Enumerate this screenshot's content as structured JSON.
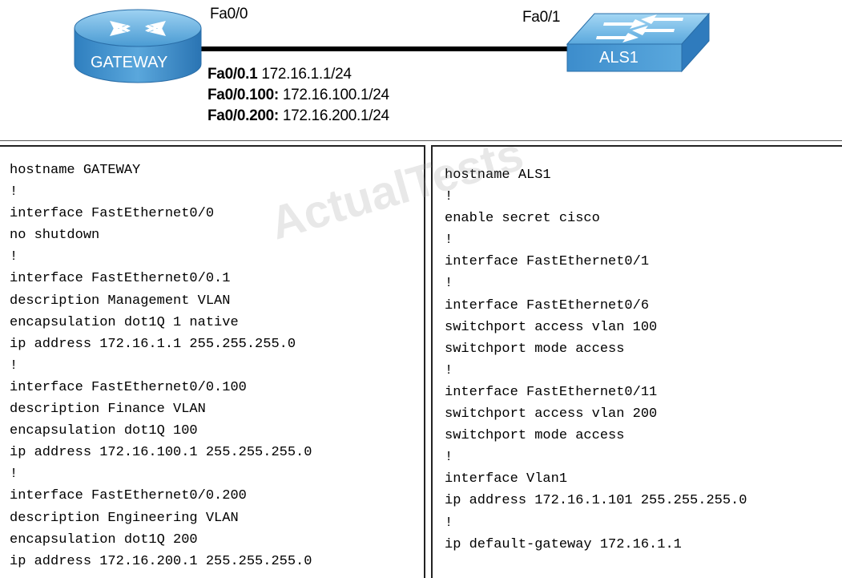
{
  "topology": {
    "router": {
      "name": "GATEWAY",
      "port": "Fa0/0"
    },
    "switch": {
      "name": "ALS1",
      "port": "Fa0/1"
    },
    "subinterfaces": [
      {
        "name": "Fa0/0.1",
        "address": " 172.16.1.1/24"
      },
      {
        "name": "Fa0/0.100:",
        "address": " 172.16.100.1/24"
      },
      {
        "name": "Fa0/0.200:",
        "address": " 172.16.200.1/24"
      }
    ]
  },
  "watermark": "ActualTests",
  "gateway_config": [
    "hostname GATEWAY",
    "!",
    "interface FastEthernet0/0",
    "no shutdown",
    "!",
    "interface FastEthernet0/0.1",
    "description Management VLAN",
    "encapsulation dot1Q 1 native",
    "ip address 172.16.1.1 255.255.255.0",
    "!",
    "interface FastEthernet0/0.100",
    "description Finance VLAN",
    "encapsulation dot1Q 100",
    "ip address 172.16.100.1 255.255.255.0",
    "!",
    "interface FastEthernet0/0.200",
    "description Engineering VLAN",
    "encapsulation dot1Q 200",
    "ip address 172.16.200.1 255.255.255.0"
  ],
  "als1_config": [
    "hostname ALS1",
    "!",
    "enable secret cisco",
    "!",
    "interface FastEthernet0/1",
    "!",
    "interface FastEthernet0/6",
    "switchport access vlan 100",
    "switchport mode access",
    "!",
    "interface FastEthernet0/11",
    "switchport access vlan 200",
    "switchport mode access",
    "!",
    "interface Vlan1",
    "ip address 172.16.1.101 255.255.255.0",
    "!",
    "ip default-gateway 172.16.1.1"
  ]
}
